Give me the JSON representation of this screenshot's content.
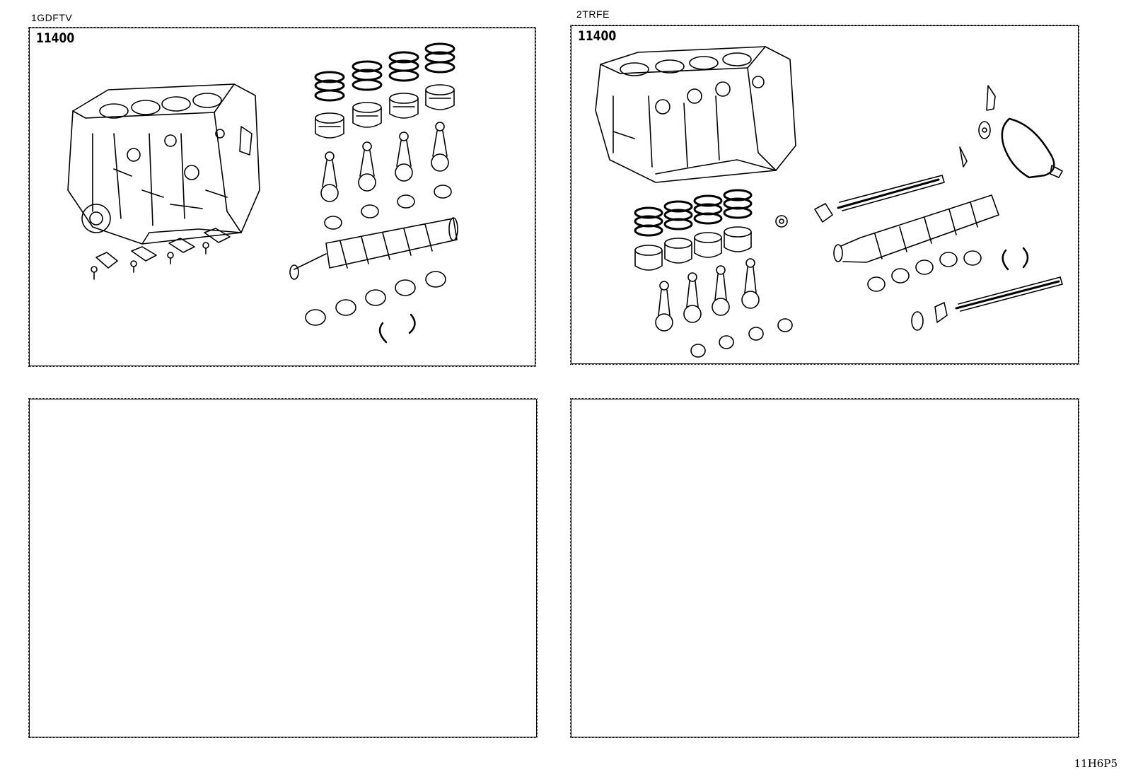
{
  "panels": [
    {
      "engine": "1GDFTV",
      "code": "11400"
    },
    {
      "engine": "2TRFE",
      "code": "11400"
    },
    {
      "engine": "",
      "code": ""
    },
    {
      "engine": "",
      "code": ""
    }
  ],
  "page_code": "11H6P5"
}
